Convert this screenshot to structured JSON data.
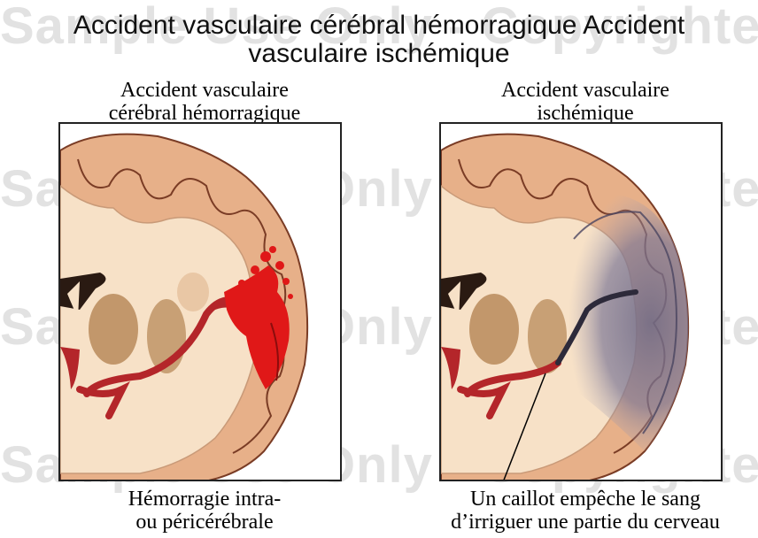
{
  "title": {
    "line1": "Accident vasculaire cérébral hémorragique Accident",
    "line2": "vasculaire ischémique"
  },
  "panels": [
    {
      "title_line1": "Accident vasculaire",
      "title_line2": "cérébral hémorragique",
      "caption_line1": "Hémorragie intra-",
      "caption_line2": "ou péricérébrale"
    },
    {
      "title_line1": "Accident vasculaire",
      "title_line2": "ischémique",
      "caption_line1": "Un caillot empêche le sang",
      "caption_line2": "d’irriguer une partie du cerveau"
    }
  ],
  "watermarks": [
    "Sample Use Only - Copyrighted",
    "Sample Use Only - Copyrighted",
    "Sample Use Only - Copyrighted",
    "Sample Use Only - Copyrighted"
  ],
  "colors": {
    "cortex": "#e7b089",
    "white_matter": "#f7e1c7",
    "artery": "#b4262a",
    "hemorrhage": "#e01818",
    "ischemia": "#6f6a86",
    "deep_nuclei": "#b8895a"
  }
}
